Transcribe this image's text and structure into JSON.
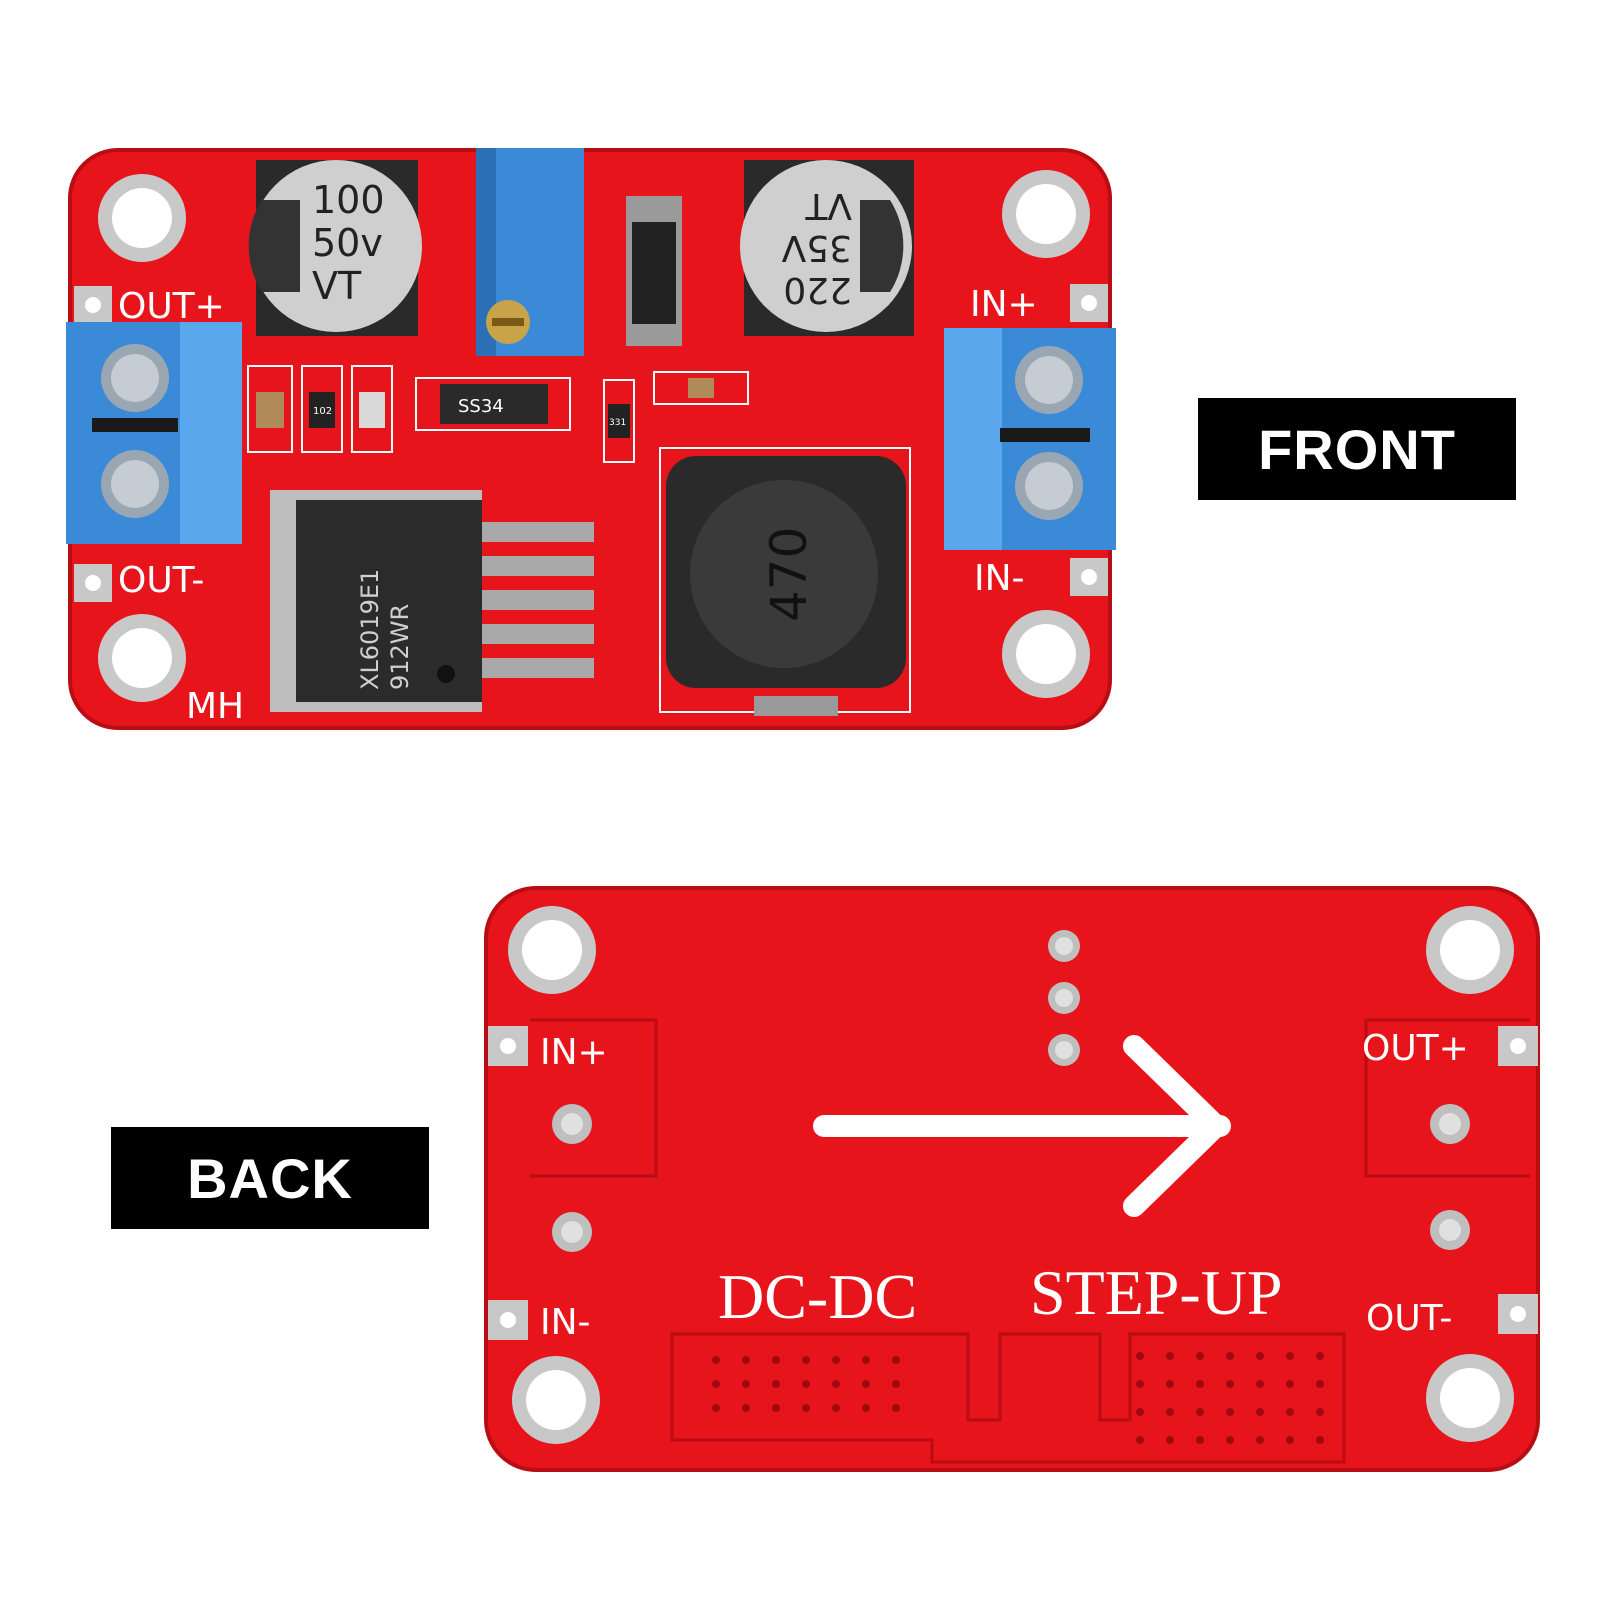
{
  "labels": {
    "front": "FRONT",
    "back": "BACK"
  },
  "front": {
    "pins": {
      "out_plus": "OUT+",
      "out_minus": "OUT-",
      "in_plus": "IN+",
      "in_minus": "IN-"
    },
    "brand": "MH",
    "cap1": {
      "line1": "100",
      "line2": "50v",
      "line3": "VT"
    },
    "cap2": {
      "line1": "220",
      "line2": "35V",
      "line3": "VT"
    },
    "ic": {
      "line1": "XL6019E1",
      "line2": "912WR"
    },
    "inductor": "470",
    "diode": "SS34",
    "resistor1": "102",
    "resistor2": "331"
  },
  "back": {
    "pins": {
      "in_plus": "IN+",
      "in_minus": "IN-",
      "out_plus": "OUT+",
      "out_minus": "OUT-"
    },
    "title_left": "DC-DC",
    "title_right": "STEP-UP"
  },
  "colors": {
    "pcb": "#e8141b",
    "terminal": "#3a8ad8",
    "label_bg": "#000000",
    "pad": "#c8c8c8"
  }
}
